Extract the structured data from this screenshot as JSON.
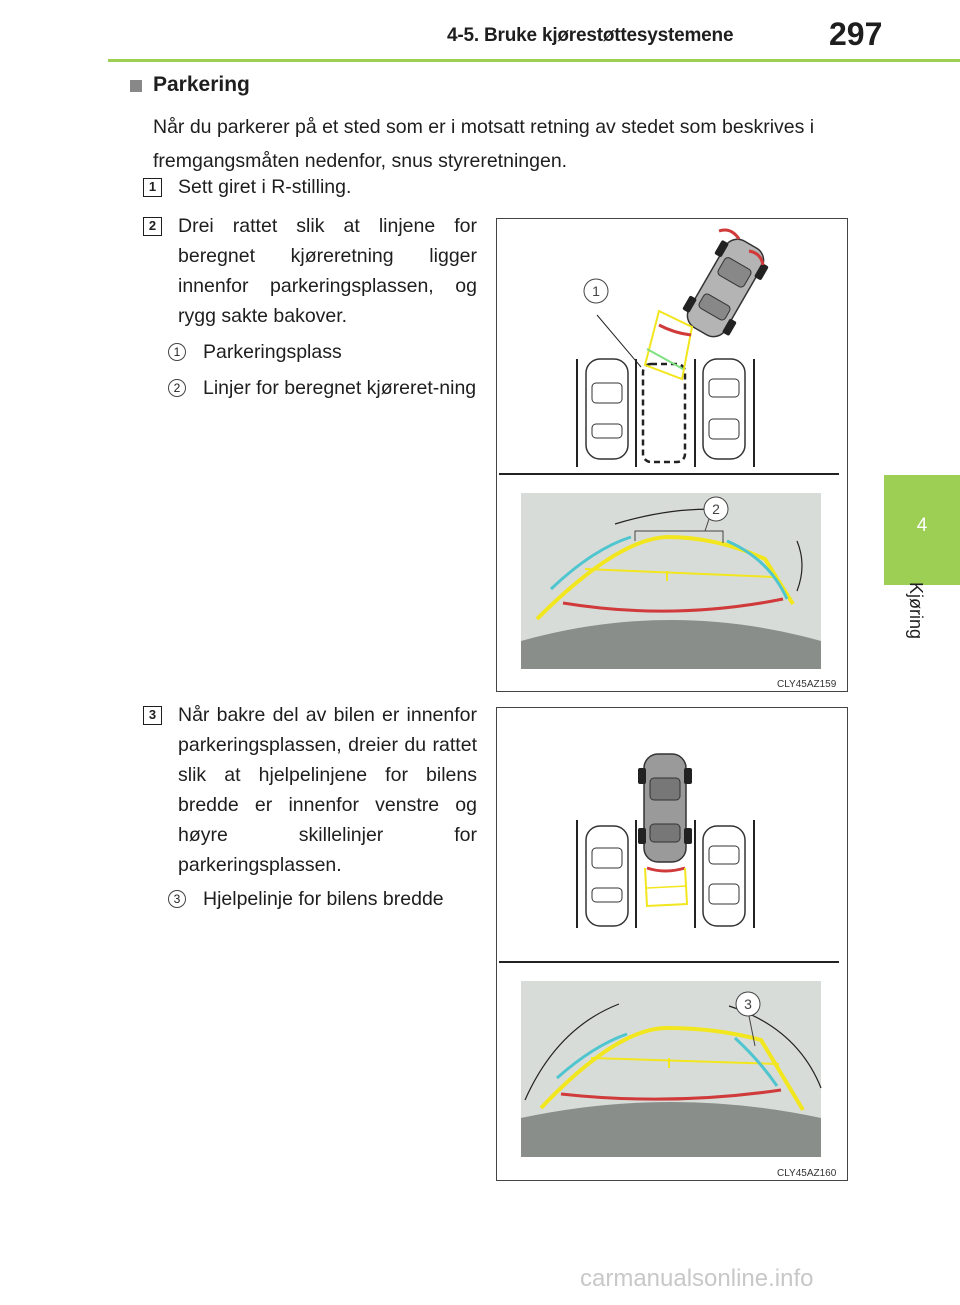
{
  "header": {
    "section": "4-5. Bruke kjørestøttesystemene",
    "page_number": "297"
  },
  "side_tab": {
    "number": "4",
    "label": "Kjøring"
  },
  "heading": "Parkering",
  "intro": "Når du parkerer på et sted som er i motsatt retning av stedet som beskrives i fremgangsmåten nedenfor, snus styreretningen.",
  "steps": [
    {
      "num": "1",
      "text": "Sett giret i R-stilling."
    },
    {
      "num": "2",
      "text": "Drei rattet slik at linjene for beregnet kjøreretning ligger innenfor parkeringsplassen, og rygg sakte bakover."
    },
    {
      "num": "3",
      "text": "Når bakre del av bilen er innenfor parkeringsplassen, dreier du rattet slik at hjelpelinjene for bilens bredde er innenfor venstre og høyre skillelinjer for parkeringsplassen."
    }
  ],
  "callouts": [
    {
      "num": "1",
      "text": "Parkeringsplass"
    },
    {
      "num": "2",
      "text": "Linjer for beregnet kjøreret-ning"
    },
    {
      "num": "3",
      "text": "Hjelpelinje for bilens bredde"
    }
  ],
  "figures": [
    {
      "code": "CLY45AZ159",
      "markers": [
        "1",
        "2"
      ]
    },
    {
      "code": "CLY45AZ160",
      "markers": [
        "3"
      ]
    }
  ],
  "colors": {
    "accent_green": "#9ccf54",
    "guide_yellow": "#f2e61e",
    "guide_red": "#d03a3a",
    "guide_cyan": "#4fc6cf"
  },
  "watermark": "carmanualsonline.info"
}
